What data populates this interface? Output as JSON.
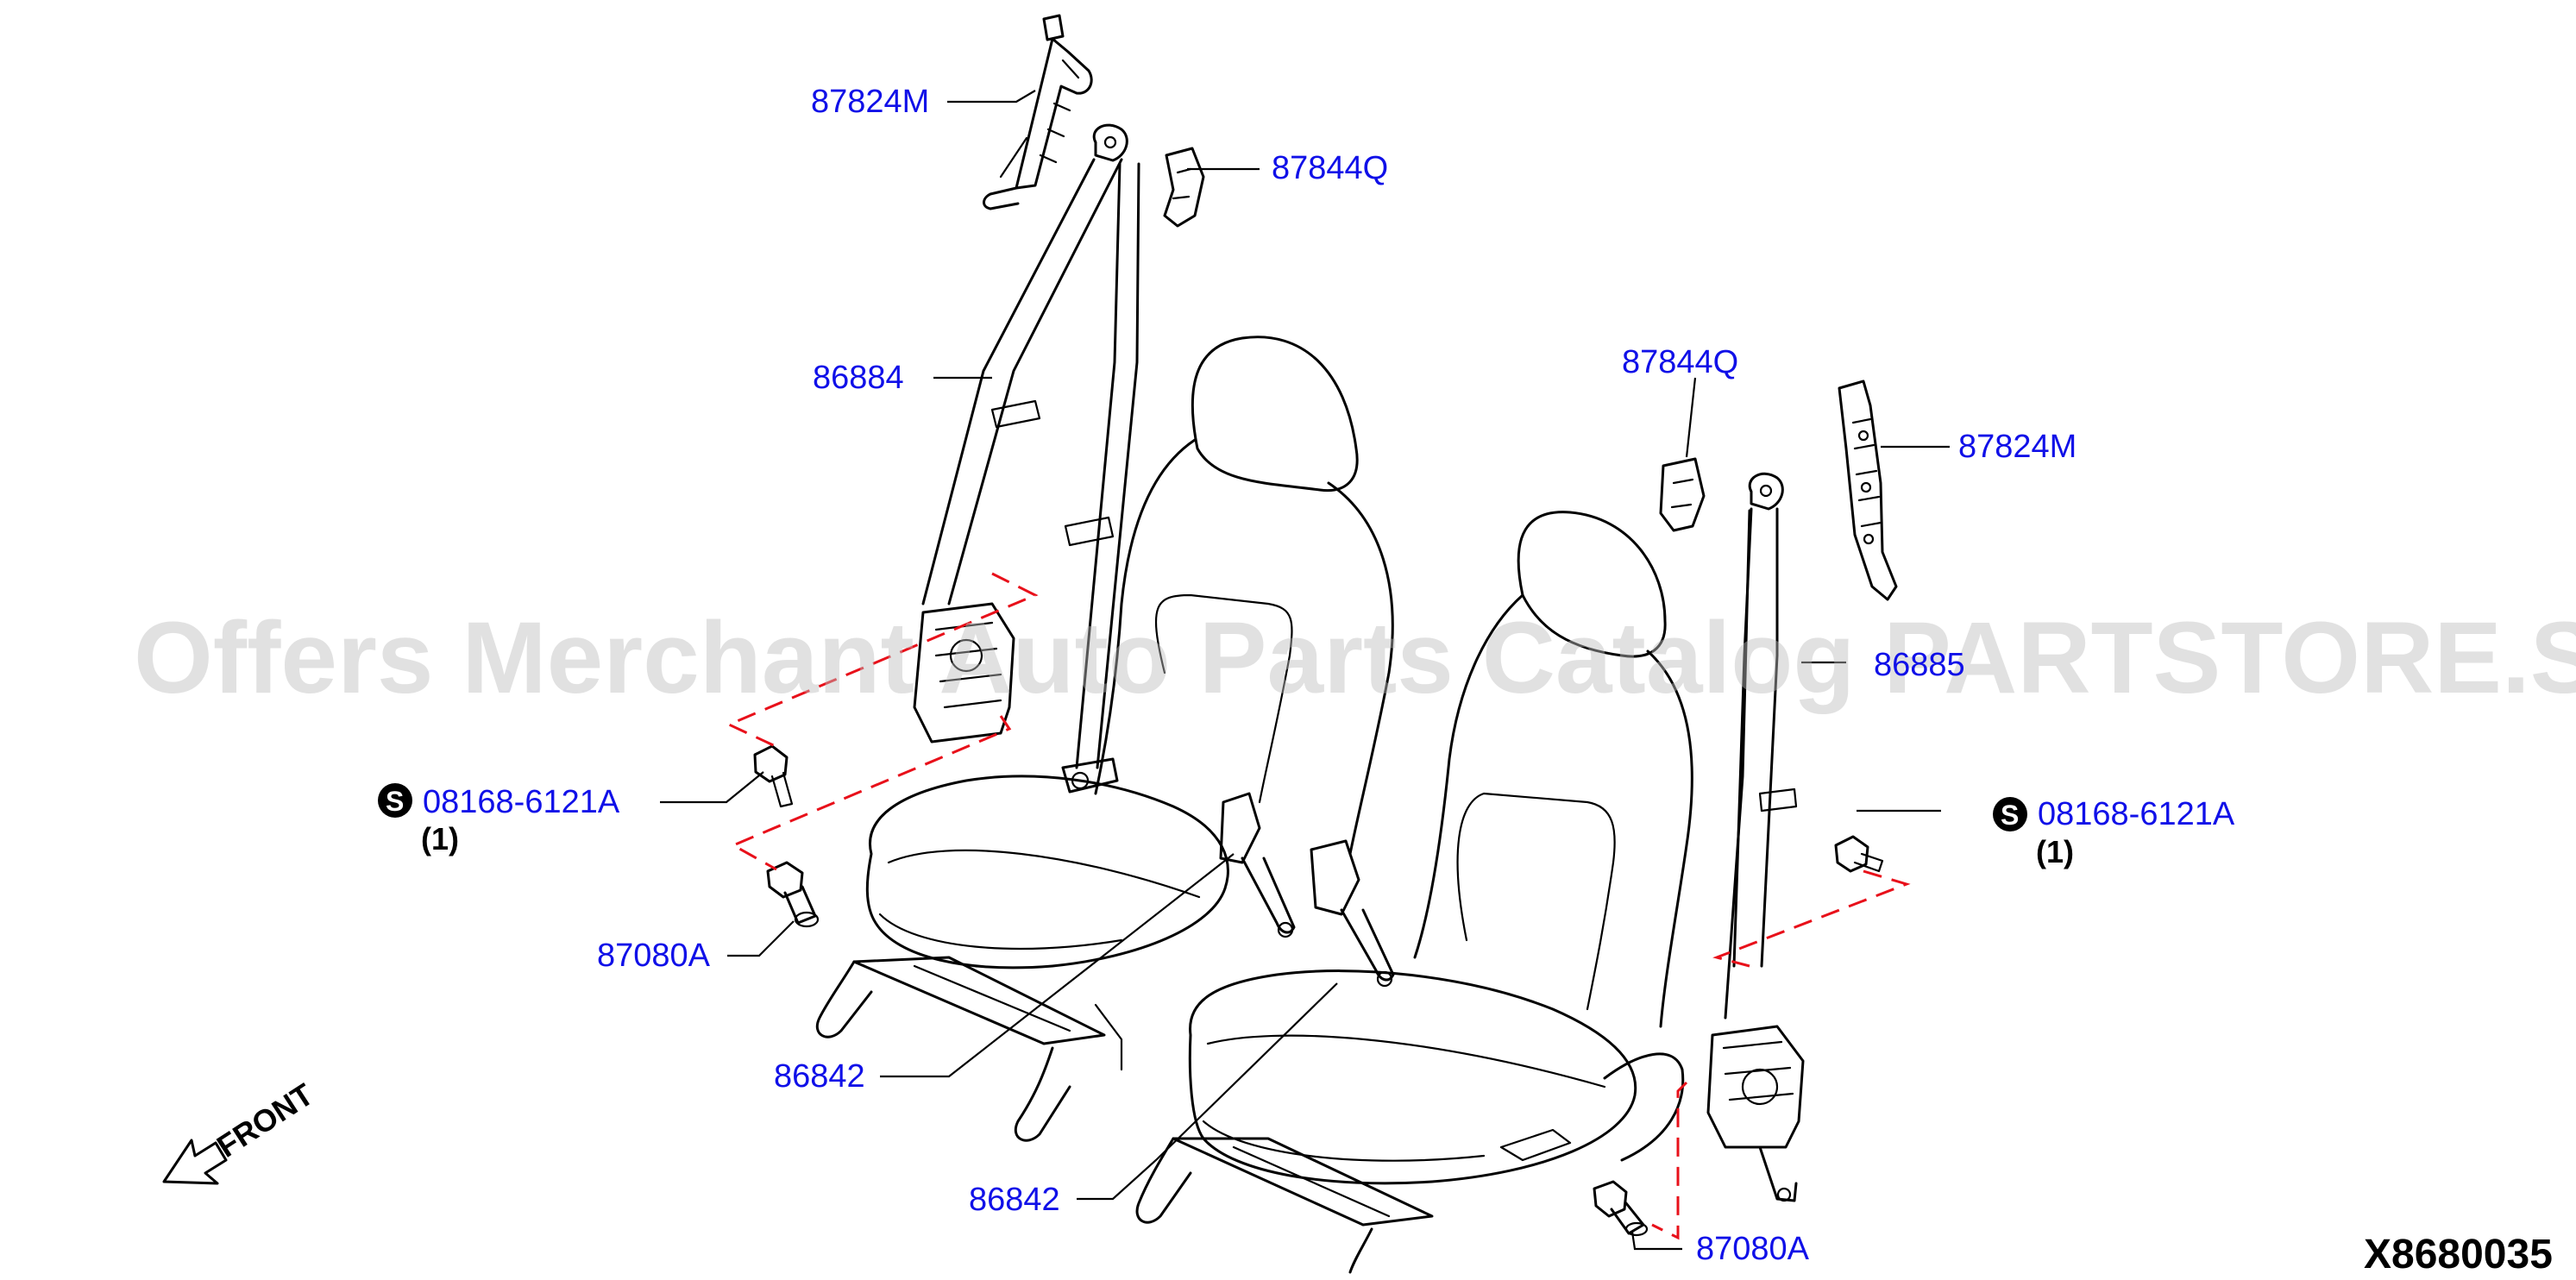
{
  "callouts": {
    "c1": "87824M",
    "c2": "87844Q",
    "c3": "86884",
    "c4": "87844Q",
    "c5": "87824M",
    "c6": "86885",
    "c7": "08168-6121A",
    "c7_qty": "(1)",
    "c8": "87080A",
    "c9": "86842",
    "c10": "86842",
    "c11": "08168-6121A",
    "c11_qty": "(1)",
    "c12": "87080A"
  },
  "standard_symbol": "S",
  "front_indicator": "FRONT",
  "diagram_id": "X8680035",
  "watermark": "Offers Merchant Auto Parts Catalog PARTSTORE.SA"
}
